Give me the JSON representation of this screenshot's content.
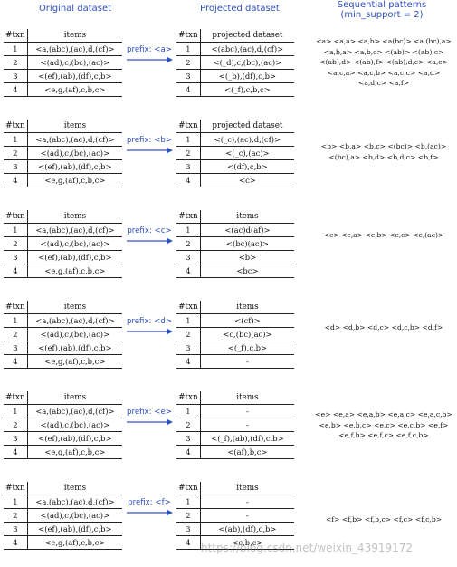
{
  "headers": {
    "original": "Original dataset",
    "projected": "Projected dataset",
    "sequential": "Sequential patterns (min_support = 2)"
  },
  "original_table": {
    "col_txn": "#txn",
    "col_items": "items",
    "rows": [
      {
        "txn": "1",
        "items": "<a,(abc),(ac),d,(cf)>"
      },
      {
        "txn": "2",
        "items": "<(ad),c,(bc),(ac)>"
      },
      {
        "txn": "3",
        "items": "<(ef),(ab),(df),c,b>"
      },
      {
        "txn": "4",
        "items": "<e,g,(af),c,b,c>"
      }
    ]
  },
  "blocks": [
    {
      "prefix": "prefix: <a>",
      "proj_col_txn": "#txn",
      "proj_col_items": "projected dataset",
      "proj_rows": [
        {
          "txn": "1",
          "items": "<(abc),(ac),d,(cf)>"
        },
        {
          "txn": "2",
          "items": "<(_d),c,(bc),(ac)>"
        },
        {
          "txn": "3",
          "items": "<(_b),(df),c,b>"
        },
        {
          "txn": "4",
          "items": "<(_f),c,b,c>"
        }
      ],
      "patterns": [
        "<a>",
        "<a,a>",
        "<a,b>",
        "<a(bc)>",
        "<a,(bc),a>",
        "<a,b,a>",
        "<a,b,c>",
        "<(ab)>",
        "<(ab),c>",
        "<(ab),d>",
        "<(ab),f>",
        "<(ab),d,c>",
        "<a,c>",
        "<a,c,a>",
        "<a,c,b>",
        "<a,c,c>",
        "<a,d>",
        "<a,d,c>",
        "<a,f>"
      ]
    },
    {
      "prefix": "prefix: <b>",
      "proj_col_txn": "#txn",
      "proj_col_items": "projected dataset",
      "proj_rows": [
        {
          "txn": "1",
          "items": "<(_c),(ac),d,(cf)>"
        },
        {
          "txn": "2",
          "items": "<(_c),(ac)>"
        },
        {
          "txn": "3",
          "items": "<(df),c,b>"
        },
        {
          "txn": "4",
          "items": "<c>"
        }
      ],
      "patterns": [
        "<b>",
        "<b,a>",
        "<b,c>",
        "<(bc)>",
        "<b,(ac)>",
        "<(bc),a>",
        "<b,d>",
        "<b,d,c>",
        "<b,f>"
      ]
    },
    {
      "prefix": "prefix: <c>",
      "proj_col_txn": "#txn",
      "proj_col_items": "items",
      "proj_rows": [
        {
          "txn": "1",
          "items": "<(ac)d(af)>"
        },
        {
          "txn": "2",
          "items": "<(bc)(ac)>"
        },
        {
          "txn": "3",
          "items": "<b>"
        },
        {
          "txn": "4",
          "items": "<bc>"
        }
      ],
      "patterns": [
        "<c>",
        "<c,a>",
        "<c,b>",
        "<c,c>",
        "<c,(ac)>"
      ]
    },
    {
      "prefix": "prefix: <d>",
      "proj_col_txn": "#txn",
      "proj_col_items": "items",
      "proj_rows": [
        {
          "txn": "1",
          "items": "<(cf)>"
        },
        {
          "txn": "2",
          "items": "<c,(bc)(ac)>"
        },
        {
          "txn": "3",
          "items": "<(_f),c,b>"
        },
        {
          "txn": "4",
          "items": "-"
        }
      ],
      "patterns": [
        "<d>",
        "<d,b>",
        "<d,c>",
        "<d,c,b>",
        "<d,f>"
      ]
    },
    {
      "prefix": "prefix: <e>",
      "proj_col_txn": "#txn",
      "proj_col_items": "items",
      "proj_rows": [
        {
          "txn": "1",
          "items": "-"
        },
        {
          "txn": "2",
          "items": "-"
        },
        {
          "txn": "3",
          "items": "<(_f),(ab),(df),c,b>"
        },
        {
          "txn": "4",
          "items": "<(af),b,c>"
        }
      ],
      "patterns": [
        "<e>",
        "<e,a>",
        "<e,a,b>",
        "<e,a,c>",
        "<e,a,c,b>",
        "<e,b>",
        "<e,b,c>",
        "<e,c>",
        "<e,c,b>",
        "<e,f>",
        "<e,f,b>",
        "<e,f,c>",
        "<e,f,c,b>"
      ]
    },
    {
      "prefix": "prefix: <f>",
      "proj_col_txn": "#txn",
      "proj_col_items": "items",
      "proj_rows": [
        {
          "txn": "1",
          "items": "-"
        },
        {
          "txn": "2",
          "items": "-"
        },
        {
          "txn": "3",
          "items": "<(ab),(df),c,b>"
        },
        {
          "txn": "4",
          "items": "<c,b,c>"
        }
      ],
      "patterns": [
        "<f>",
        "<f,b>",
        "<f,b,c>",
        "<f,c>",
        "<f,c,b>"
      ]
    }
  ],
  "watermark": "https://blog.csdn.net/weixin_43919172",
  "colors": {
    "accent": "#2f4fc0",
    "text": "#111111"
  }
}
